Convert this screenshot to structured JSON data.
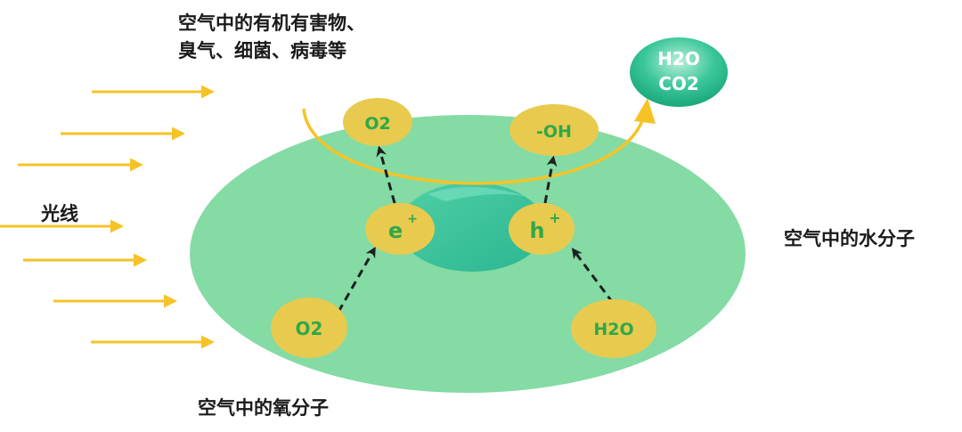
{
  "labels": {
    "pollutants_line1": "空气中的有机有害物、",
    "pollutants_line2": "臭气、细菌、病毒等",
    "light": "光线",
    "water_molecule": "空气中的水分子",
    "oxygen_molecule": "空气中的氧分子"
  },
  "product_bubble": {
    "line1": "H2O",
    "line2": "CO2"
  },
  "nodes": {
    "o2_top": "O2",
    "oh": "-OH",
    "electron": "e",
    "electron_sup": "+",
    "hole": "h",
    "hole_sup": "+",
    "o2_bottom": "O2",
    "h2o": "H2O"
  },
  "colors": {
    "disc": "#84dba4",
    "center": "#35c39b",
    "node": "#e8ca4e",
    "arrow_light": "#f6c327",
    "node_text": "#2ea84a",
    "product_bubble": "#22b98a"
  }
}
